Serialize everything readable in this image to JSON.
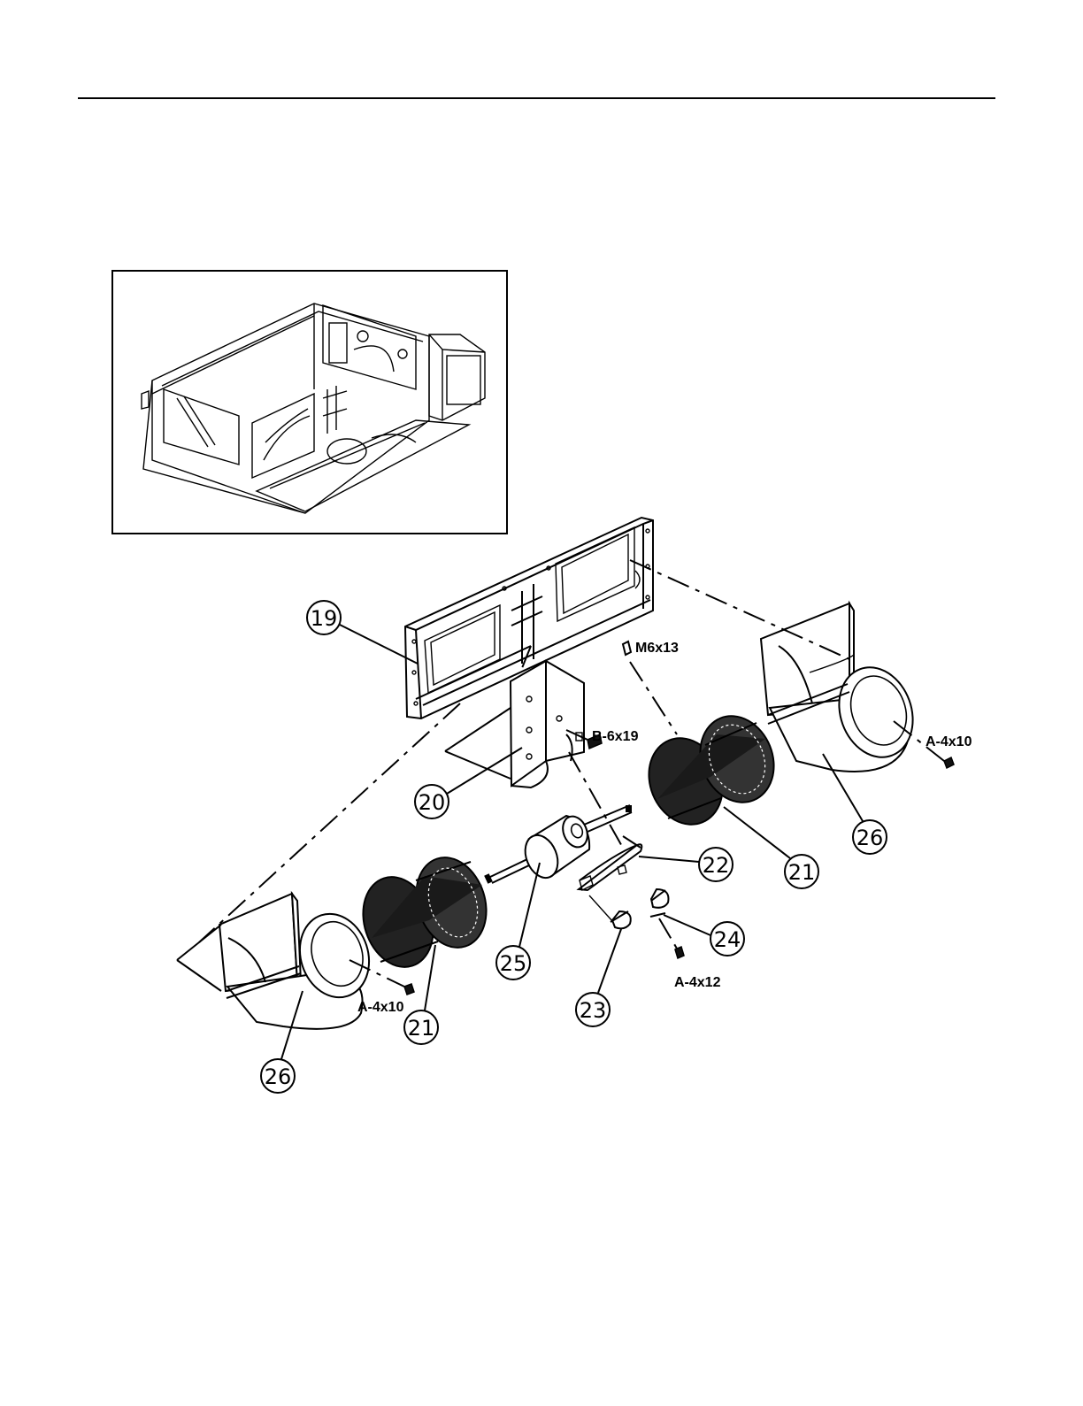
{
  "diagram": {
    "colors": {
      "line": "#000000",
      "background": "#ffffff"
    },
    "parts": [
      {
        "id": "p19",
        "number": "19"
      },
      {
        "id": "p20",
        "number": "20"
      },
      {
        "id": "p21a",
        "number": "21"
      },
      {
        "id": "p21b",
        "number": "21"
      },
      {
        "id": "p22",
        "number": "22"
      },
      {
        "id": "p23",
        "number": "23"
      },
      {
        "id": "p24",
        "number": "24"
      },
      {
        "id": "p25",
        "number": "25"
      },
      {
        "id": "p26a",
        "number": "26"
      },
      {
        "id": "p26b",
        "number": "26"
      }
    ],
    "fasteners": {
      "m6x13": "M6x13",
      "b6x19": "B-6x19",
      "a4x10_right": "A-4x10",
      "a4x10_left": "A-4x10",
      "a4x12": "A-4x12"
    }
  }
}
